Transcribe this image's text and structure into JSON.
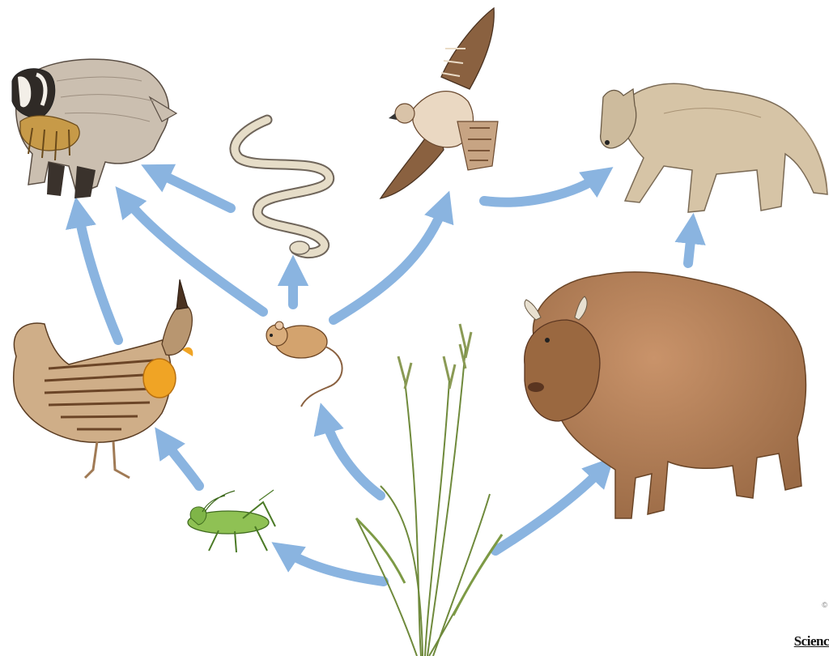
{
  "diagram": {
    "type": "food-web",
    "organisms": [
      {
        "id": "badger",
        "icon": "badger-illustration"
      },
      {
        "id": "snake",
        "icon": "snake-illustration"
      },
      {
        "id": "hawk",
        "icon": "hawk-illustration"
      },
      {
        "id": "wolf",
        "icon": "wolf-illustration"
      },
      {
        "id": "prairie-chicken",
        "icon": "prairie-chicken-illustration"
      },
      {
        "id": "mouse",
        "icon": "mouse-illustration"
      },
      {
        "id": "bison",
        "icon": "bison-illustration"
      },
      {
        "id": "grasshopper",
        "icon": "grasshopper-illustration"
      },
      {
        "id": "grass",
        "icon": "grass-illustration"
      }
    ],
    "links": [
      {
        "from": "snake",
        "to": "badger"
      },
      {
        "from": "mouse",
        "to": "badger"
      },
      {
        "from": "prairie-chicken",
        "to": "badger"
      },
      {
        "from": "mouse",
        "to": "snake"
      },
      {
        "from": "mouse",
        "to": "hawk"
      },
      {
        "from": "hawk",
        "to": "wolf"
      },
      {
        "from": "bison",
        "to": "wolf"
      },
      {
        "from": "grasshopper",
        "to": "prairie-chicken"
      },
      {
        "from": "grass",
        "to": "mouse"
      },
      {
        "from": "grass",
        "to": "grasshopper"
      },
      {
        "from": "grass",
        "to": "bison"
      }
    ],
    "arrow_color": "#8ab4e0",
    "brand_text": "Scienc",
    "copyright_text": "©"
  }
}
